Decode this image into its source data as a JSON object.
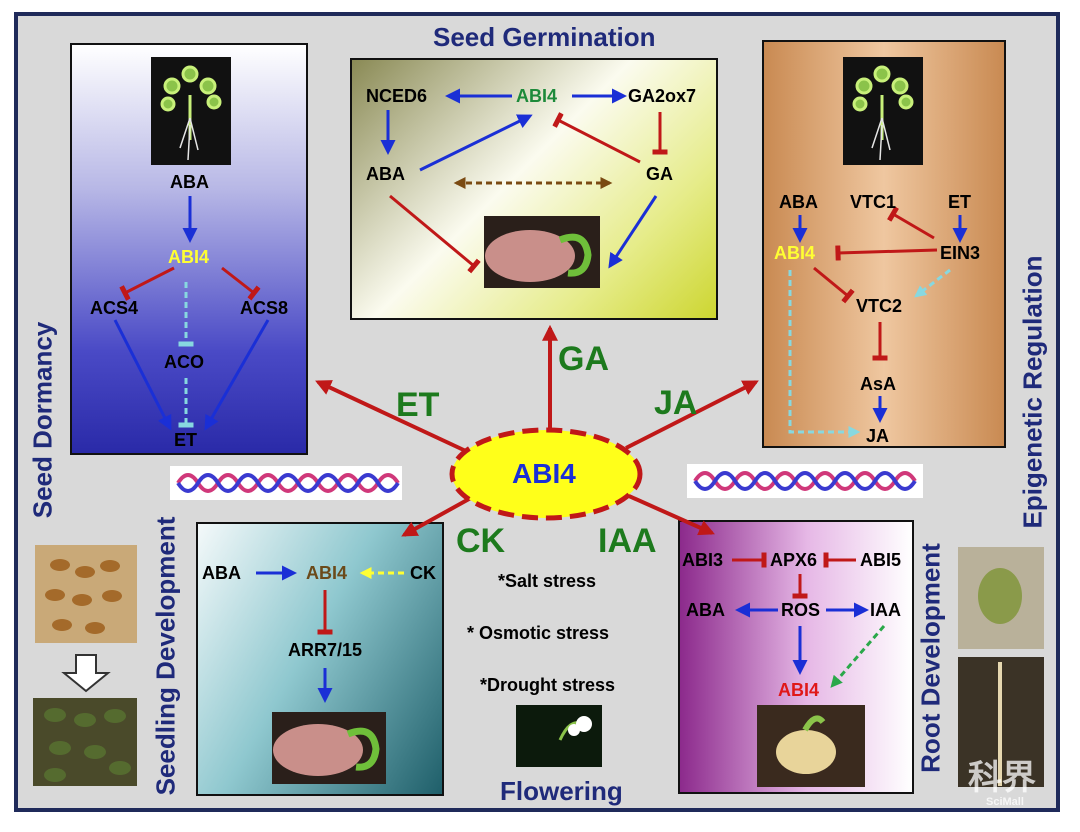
{
  "center": {
    "label": "ABI4"
  },
  "hormones": {
    "et": "ET",
    "ga": "GA",
    "ja": "JA",
    "ck": "CK",
    "iaa": "IAA"
  },
  "stresses": [
    "*Salt stress",
    "* Osmotic stress",
    "*Drought stress"
  ],
  "sections": {
    "seed_germination": "Seed Germination",
    "seed_dormancy": "Seed Dormancy",
    "epigenetic_regulation": "Epigenetic Regulation",
    "seedling_development": "Seedling Development",
    "root_development": "Root Development",
    "flowering": "Flowering"
  },
  "dormancy": {
    "aba": "ABA",
    "abi4": "ABI4",
    "acs4": "ACS4",
    "acs8": "ACS8",
    "aco": "ACO",
    "et": "ET"
  },
  "germination": {
    "nced6": "NCED6",
    "abi4": "ABI4",
    "ga2ox7": "GA2ox7",
    "aba": "ABA",
    "ga": "GA"
  },
  "epigenetic": {
    "aba": "ABA",
    "vtc1": "VTC1",
    "et": "ET",
    "abi4": "ABI4",
    "ein3": "EIN3",
    "vtc2": "VTC2",
    "asa": "AsA",
    "ja": "JA"
  },
  "seedling": {
    "aba": "ABA",
    "abi4": "ABI4",
    "ck": "CK",
    "arr": "ARR7/15"
  },
  "root": {
    "abi3": "ABI3",
    "apx6": "APX6",
    "abi5": "ABI5",
    "aba": "ABA",
    "ros": "ROS",
    "iaa": "IAA",
    "abi4": "ABI4"
  },
  "watermark": {
    "main": "科界",
    "sub": "SciMall"
  },
  "colors": {
    "activate": "#1a2fd6",
    "inhibit": "#c01818",
    "hormone": "#1d7a1d",
    "title": "#1f2a7a",
    "center_fill": "#ffff1a",
    "abi4_yellow": "#ffff33"
  }
}
